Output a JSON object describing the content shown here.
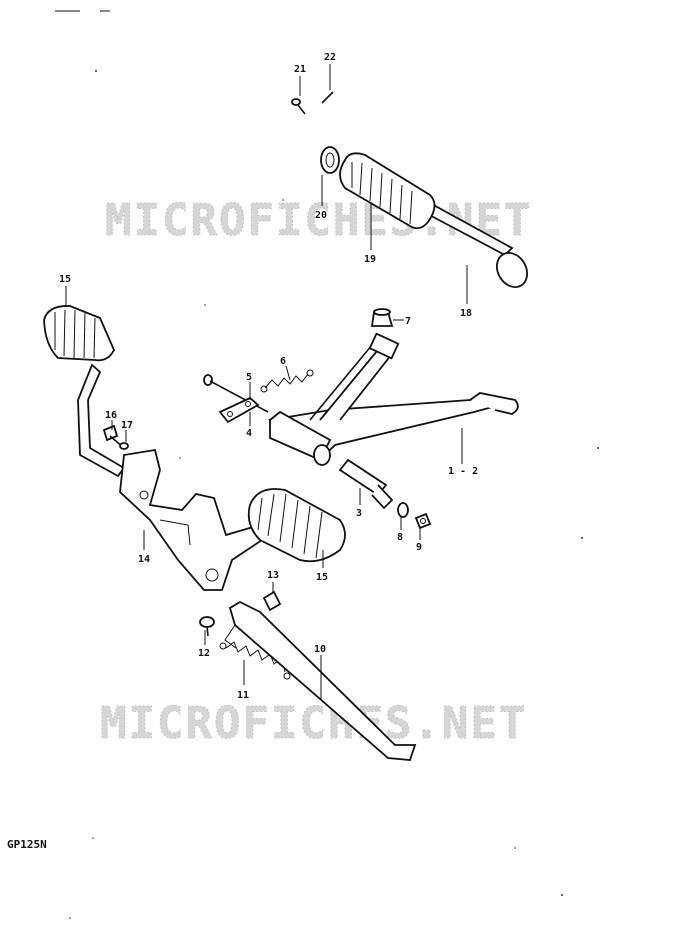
{
  "watermark": "MICROFICHES.NET",
  "model_code": "GP125N",
  "part_labels": {
    "p1_2": "1 - 2",
    "p3": "3",
    "p4": "4",
    "p5": "5",
    "p6": "6",
    "p7": "7",
    "p8": "8",
    "p9": "9",
    "p10": "10",
    "p11": "11",
    "p12": "12",
    "p13": "13",
    "p14": "14",
    "p15a": "15",
    "p15b": "15",
    "p16": "16",
    "p17": "17",
    "p18": "18",
    "p19": "19",
    "p20": "20",
    "p21": "21",
    "p22": "22"
  }
}
